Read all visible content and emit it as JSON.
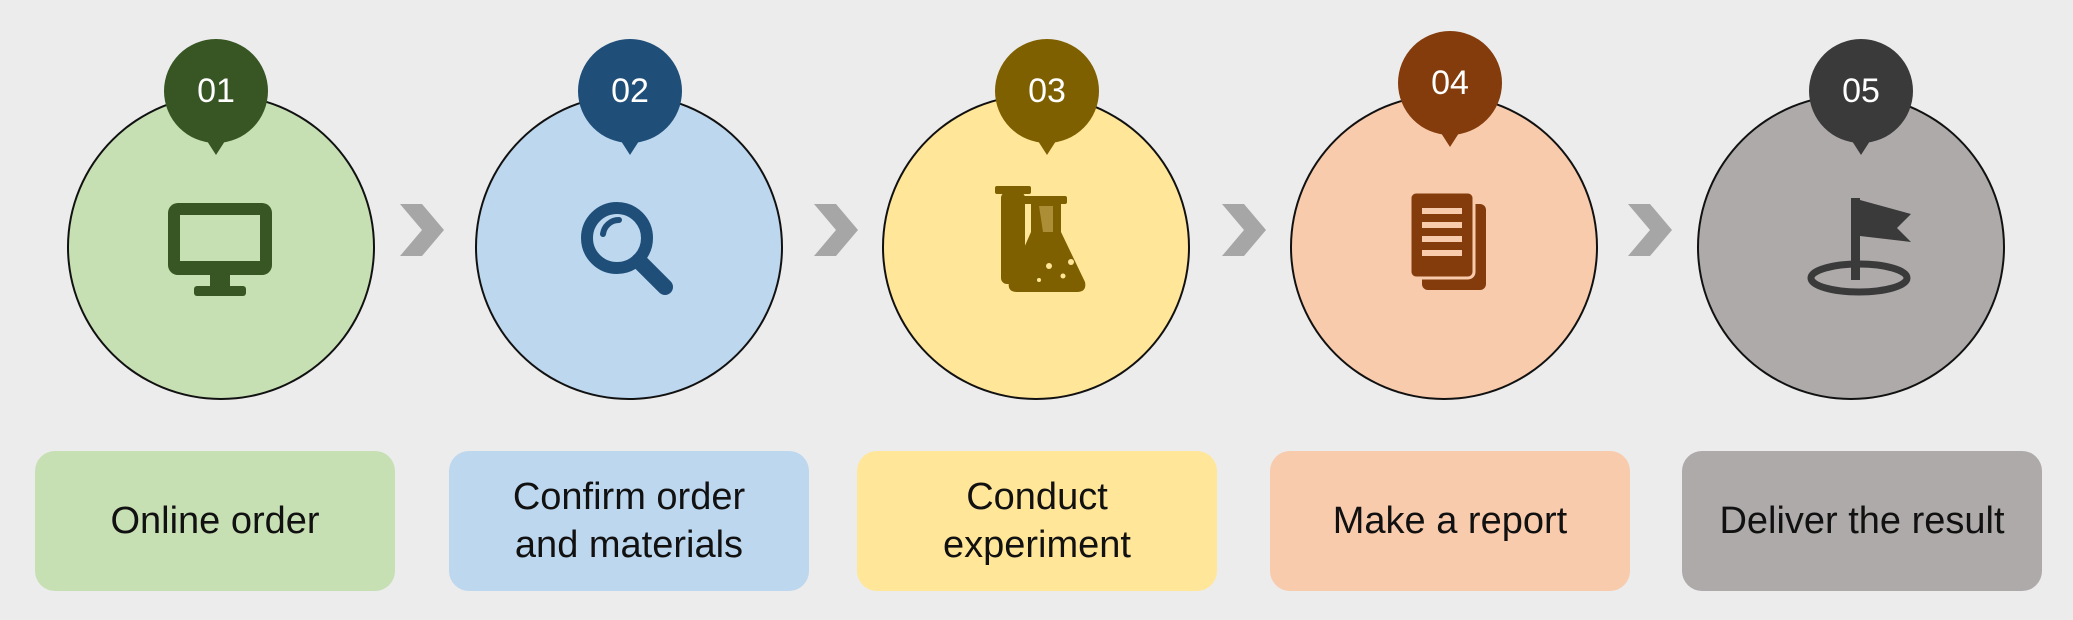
{
  "colors": {
    "background": "#ececec",
    "chevron": "#a6a6a6"
  },
  "steps": [
    {
      "number": "01",
      "label": "Online  order",
      "icon": "monitor-icon",
      "circle_color": "#c6e0b4",
      "badge_color": "#375623",
      "icon_color": "#375623",
      "box_color": "#c6e0b4"
    },
    {
      "number": "02",
      "label": "Confirm order\nand materials",
      "icon": "magnifier-icon",
      "circle_color": "#bdd7ee",
      "badge_color": "#1f4e79",
      "icon_color": "#1f4e79",
      "box_color": "#bdd7ee"
    },
    {
      "number": "03",
      "label": "Conduct\nexperiment",
      "icon": "flask-icon",
      "circle_color": "#ffe699",
      "badge_color": "#7f6000",
      "icon_color": "#7f6000",
      "box_color": "#ffe699"
    },
    {
      "number": "04",
      "label": "Make a report",
      "icon": "document-icon",
      "circle_color": "#f8cbad",
      "badge_color": "#843c0c",
      "icon_color": "#843c0c",
      "box_color": "#f8cbad"
    },
    {
      "number": "05",
      "label": "Deliver the result",
      "icon": "flag-icon",
      "circle_color": "#aeaaaa",
      "badge_color": "#3a3a3a",
      "icon_color": "#3a3a3a",
      "box_color": "#aeaaaa"
    }
  ]
}
